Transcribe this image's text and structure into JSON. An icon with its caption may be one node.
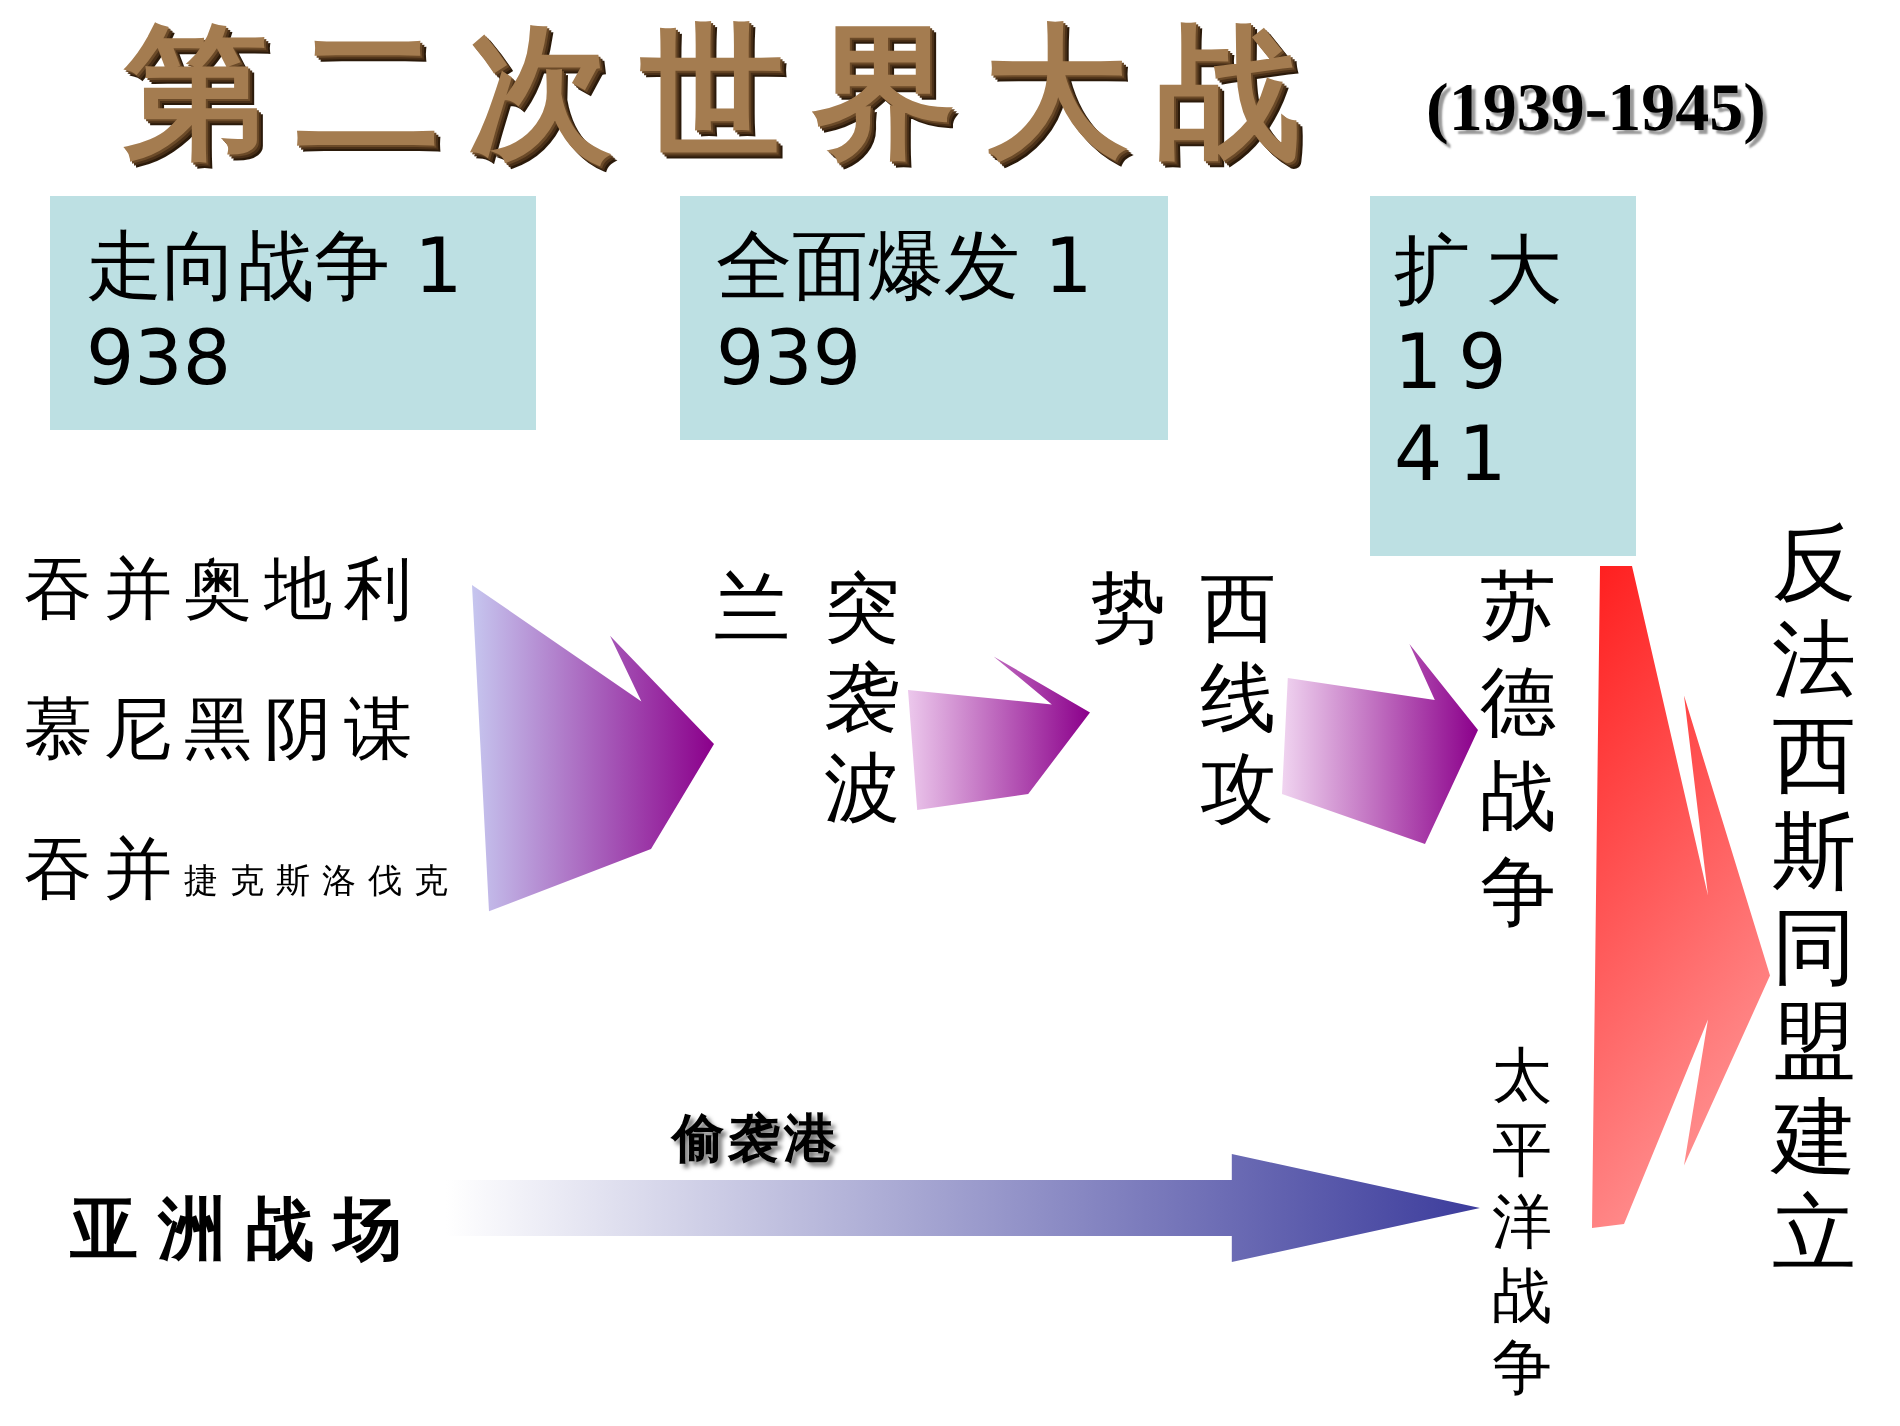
{
  "diagram": {
    "title": "第二次世界大战",
    "nodes": [
      {
        "text": [
          "走向战争 1938"
        ]
      },
      {
        "text": [
          "全面爆发 1939"
        ]
      },
      {
        "text": [
          "扩大 1941"
        ]
      },
      {
        "text": [
          "吞并奥地利",
          "慕尼黑阴谋",
          "吞并",
          "捷克斯洛伐克"
        ]
      },
      {
        "text": [
          "突袭波兰"
        ]
      },
      {
        "text": [
          "西线攻势"
        ]
      },
      {
        "text": [
          "苏德战争"
        ]
      },
      {
        "text": [
          "太平洋战争"
        ]
      },
      {
        "text": [
          "反法西斯同盟建立"
        ]
      },
      {
        "text": [
          "亚洲战场"
        ]
      }
    ],
    "edges": [
      {
        "from": 3,
        "to": 4,
        "arrow": "to"
      },
      {
        "from": 4,
        "to": 5,
        "arrow": "to"
      },
      {
        "from": 5,
        "to": 6,
        "arrow": "to"
      },
      {
        "from": 6,
        "to": 8,
        "arrow": "to",
        "color": "#ff1e1e"
      },
      {
        "from": 7,
        "to": 8,
        "arrow": "to",
        "color": "#ff1e1e"
      },
      {
        "from": 9,
        "to": 7,
        "arrow": "to",
        "label": "偷袭港",
        "color": "#3c3c9c"
      }
    ],
    "labels": [
      "(1939-1945)"
    ]
  }
}
